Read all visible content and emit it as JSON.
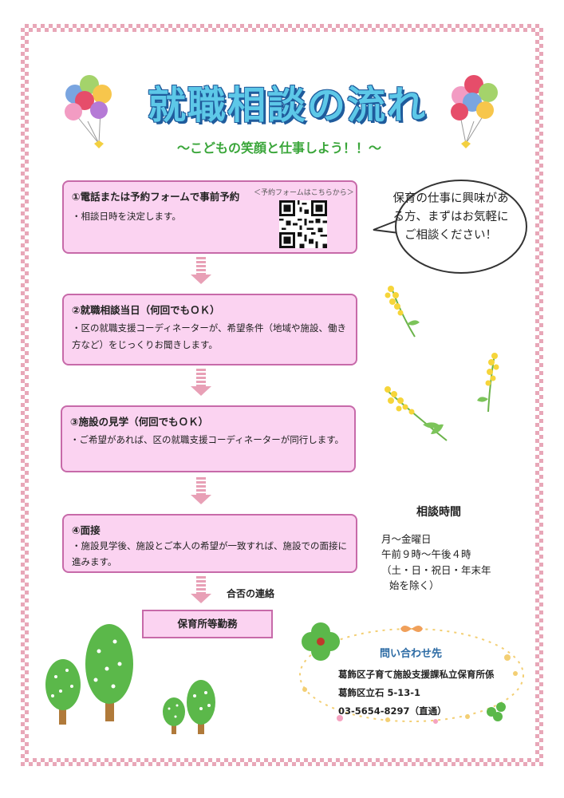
{
  "title": "就職相談の流れ",
  "subtitle": "〜こどもの笑顔と仕事しよう！！〜",
  "steps": [
    {
      "title": "①電話または予約フォームで事前予約",
      "desc": "・相談日時を決定します。"
    },
    {
      "title": "②就職相談当日（何回でもＯＫ）",
      "desc": "・区の就職支援コーディネーターが、希望条件（地域や施設、働き方など）をじっくりお聞きします。"
    },
    {
      "title": "③施設の見学（何回でもＯＫ）",
      "desc": "・ご希望があれば、区の就職支援コーディネーターが同行します。"
    },
    {
      "title": "④面接",
      "desc": "・施設見学後、施設とご本人の希望が一致すれば、施設での面接に進みます。"
    }
  ],
  "qr_caption": "＜予約フォームはこちらから＞",
  "bubble_text": "保育の仕事に興味がある方、まずはお気軽にご相談ください！",
  "result_label": "合否の連絡",
  "final_box": "保育所等勤務",
  "hours": {
    "title": "相談時間",
    "line1": "月〜金曜日",
    "line2": "午前９時〜午後４時",
    "line3": "（土・日・祝日・年末年",
    "line4": "始を除く）"
  },
  "contact": {
    "title": "問い合わせ先",
    "dept": "葛飾区子育て施設支援課私立保育所係",
    "address": "葛飾区立石 5-13-1",
    "phone": "03-5654-8297（直通）"
  },
  "colors": {
    "frame": "#e8a7b8",
    "step_bg": "#fbd3f1",
    "step_border": "#c76aa9",
    "title": "#5dc8e8",
    "subtitle": "#3aa63a"
  }
}
